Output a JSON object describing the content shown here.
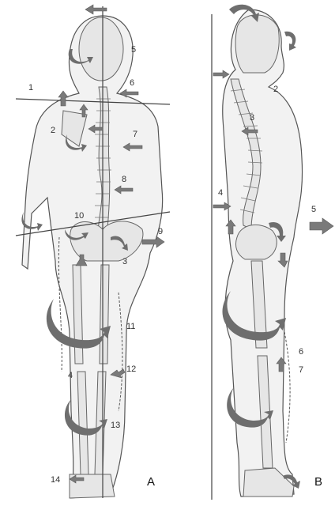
{
  "figure": {
    "panels": {
      "A": {
        "letter": "A",
        "labels": [
          "1",
          "2",
          "3",
          "4",
          "5",
          "6",
          "7",
          "8",
          "9",
          "10",
          "11",
          "12",
          "13",
          "14"
        ]
      },
      "B": {
        "letter": "B",
        "labels": [
          "2",
          "3",
          "4",
          "5",
          "6",
          "7"
        ]
      }
    }
  }
}
